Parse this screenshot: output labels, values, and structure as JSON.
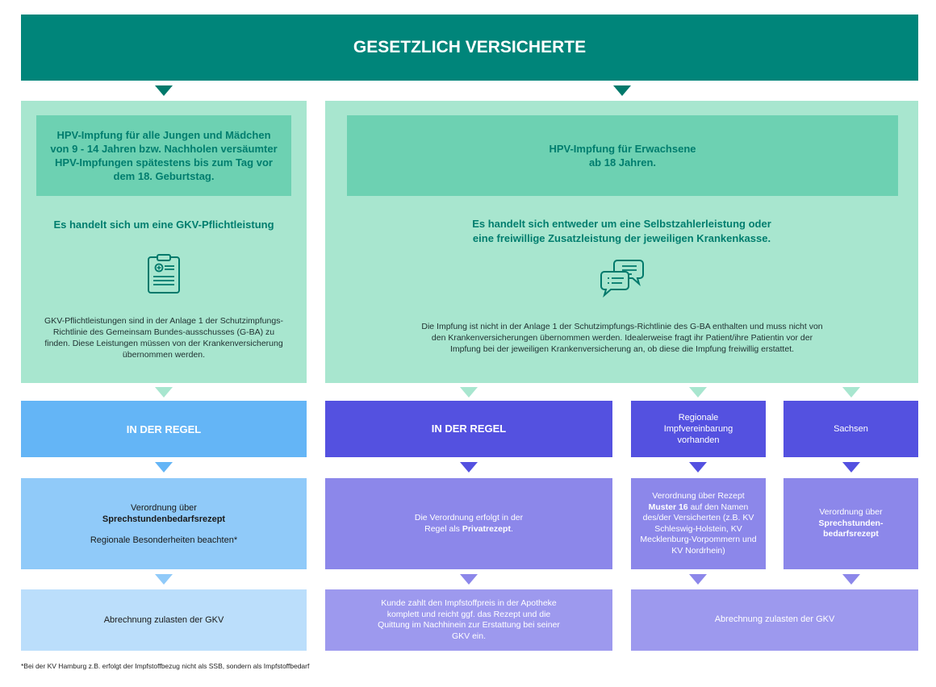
{
  "header": {
    "title": "GESETZLICH VERSICHERTE"
  },
  "left": {
    "box_title": "HPV-Impfung für alle Jungen und Mädchen von 9 - 14 Jahren bzw. Nachholen versäumter HPV-Impfungen spätestens bis zum Tag vor dem 18. Geburtstag.",
    "subhead": "Es handelt sich um eine GKV-Pflichtleistung",
    "icon": "clipboard-icon",
    "description": "GKV-Pflichtleistungen sind in der Anlage 1 der Schutzimpfungs-Richtlinie des Gemeinsam Bundes-ausschusses (G-BA) zu finden. Diese Leistungen müssen von der Krankenversicherung übernommen werden.",
    "step1": "IN DER REGEL",
    "step2_line1": "Verordnung über",
    "step2_bold": "Sprechstundenbedarfsrezept",
    "step2_note": "Regionale Besonderheiten beachten*",
    "step3": "Abrechnung zulasten der GKV"
  },
  "right": {
    "box_title_line1": "HPV-Impfung für Erwachsene",
    "box_title_line2": "ab 18 Jahren.",
    "subhead_line1": "Es handelt sich entweder um eine Selbstzahlerleistung oder",
    "subhead_line2": "eine freiwillige Zusatzleistung der jeweiligen Krankenkasse.",
    "icon": "chat-bubbles-icon",
    "description": "Die Impfung ist nicht in der Anlage 1 der Schutzimpfungs-Richtlinie des G-BA enthalten und muss nicht von den Krankenversicherungen übernommen werden. Idealerweise fragt ihr Patient/ihre Patientin vor der Impfung bei der jeweiligen Krankenversicherung an, ob diese die Impfung freiwillig erstattet.",
    "col1": {
      "step1": "IN DER REGEL",
      "step2_pre": "Die Verordnung erfolgt in der Regel als",
      "step2_bold": "Privatrezept",
      "step2_post": ".",
      "step3": "Kunde zahlt den Impfstoffpreis in der Apotheke komplett und reicht ggf. das Rezept und die Quittung im Nachhinein zur Erstattung bei seiner GKV ein."
    },
    "col2": {
      "step1": "Regionale Impfvereinbarung vorhanden",
      "step2_pre": "Verordnung über Rezept",
      "step2_bold": "Muster 16",
      "step2_post": "auf den Namen des/der Versicherten (z.B. KV Schleswig-Holstein, KV Mecklenburg-Vorpommern und KV Nordrhein)"
    },
    "col3": {
      "step1": "Sachsen",
      "step2_pre": "Verordnung über",
      "step2_bold": "Sprechstunden-bedarfsrezept"
    },
    "col23_step3": "Abrechnung zulasten der GKV"
  },
  "footnote": "*Bei der KV Hamburg z.B. erfolgt der Impfstoffbezug nicht als SSB, sondern als Impfstoffbedarf",
  "colors": {
    "teal": "#00857a",
    "mint": "#a8e6cf",
    "blue": "#64b5f6",
    "indigo": "#5451e0"
  }
}
